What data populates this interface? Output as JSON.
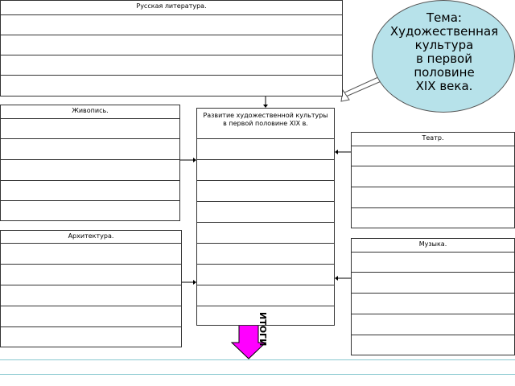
{
  "bubble": {
    "lines": [
      "Тема:",
      "Художественная",
      "культура",
      "в первой",
      "половине",
      "XIX века."
    ]
  },
  "tables": {
    "literature": {
      "title": "Русская литература."
    },
    "painting": {
      "title": "Живопись."
    },
    "center": {
      "title": "Развитие художественной культуры в первой половине XIX в."
    },
    "theatre": {
      "title": "Театр."
    },
    "architecture": {
      "title": "Архитектура."
    },
    "music": {
      "title": "Музыка."
    }
  },
  "itogi": {
    "label": "ИТОГИ"
  },
  "colors": {
    "bubble": "#b7e2ea",
    "itogi_arrow": "#ff00ff",
    "bottom_lines": "#88c8d0"
  }
}
